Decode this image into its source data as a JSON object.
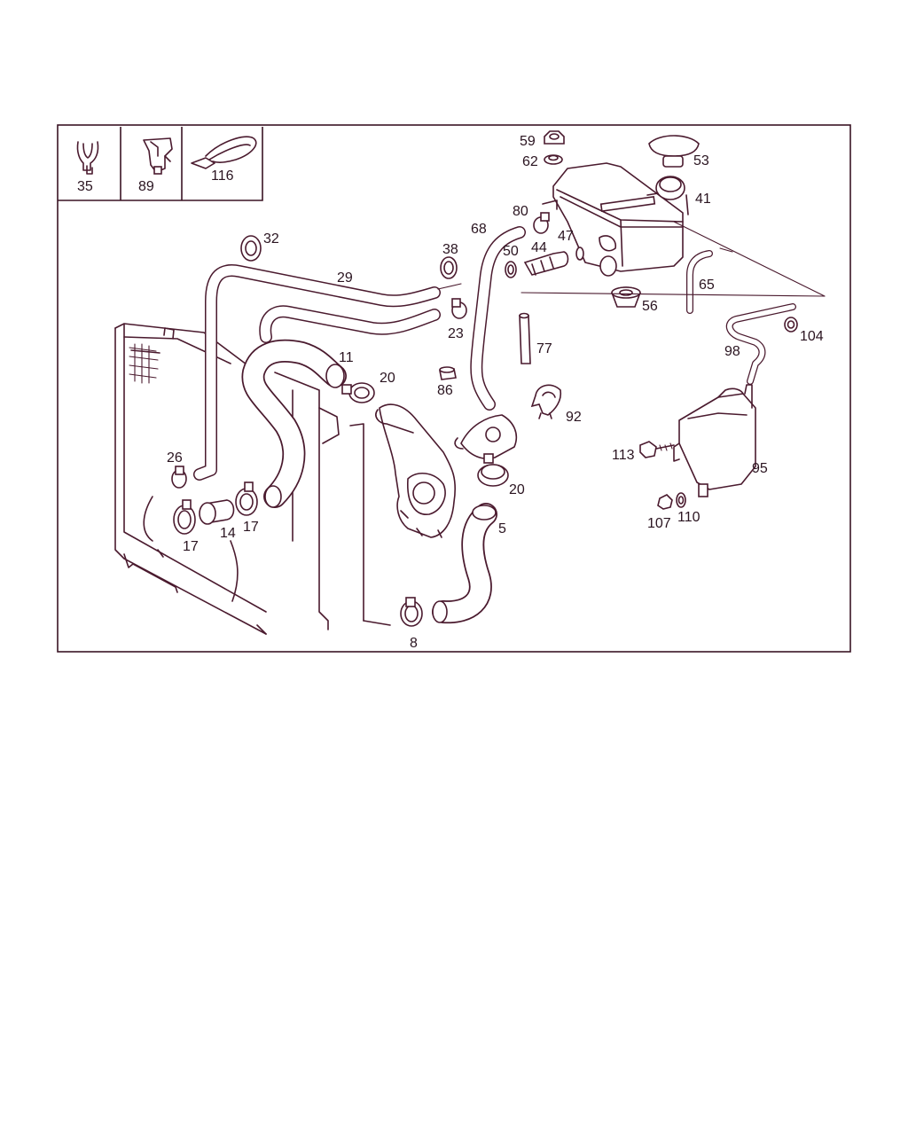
{
  "diagram": {
    "inset_labels": [
      "35",
      "89",
      "116"
    ],
    "part_labels": {
      "p59": "59",
      "p62": "62",
      "p53": "53",
      "p41": "41",
      "p80": "80",
      "p68": "68",
      "p38": "38",
      "p44": "44",
      "p47": "47",
      "p50": "50",
      "p32": "32",
      "p29": "29",
      "p65": "65",
      "p56": "56",
      "p23": "23",
      "p104": "104",
      "p77": "77",
      "p98": "98",
      "p11": "11",
      "p20a": "20",
      "p86": "86",
      "p92": "92",
      "p26": "26",
      "p113": "113",
      "p95": "95",
      "p20b": "20",
      "p17a": "17",
      "p14": "14",
      "p17b": "17",
      "p5": "5",
      "p107": "107",
      "p110": "110",
      "p8": "8"
    }
  }
}
